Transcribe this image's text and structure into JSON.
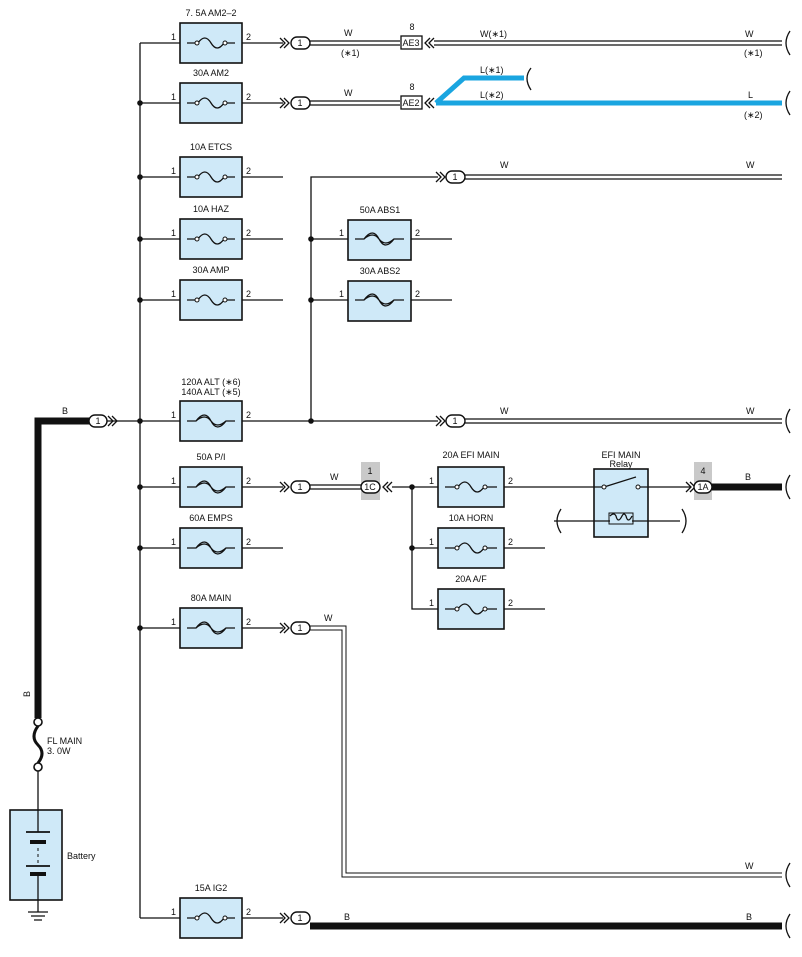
{
  "colors": {
    "fuse_fill": "#cfe9f8",
    "blue_wire": "#1aa5e0",
    "wire": "#111111"
  },
  "fuses": [
    {
      "id": "am2-2",
      "label": "7. 5A AM2–2",
      "pin1": "1",
      "pin2": "2"
    },
    {
      "id": "am2",
      "label": "30A AM2",
      "pin1": "1",
      "pin2": "2"
    },
    {
      "id": "etcs",
      "label": "10A ETCS",
      "pin1": "1",
      "pin2": "2"
    },
    {
      "id": "haz",
      "label": "10A HAZ",
      "pin1": "1",
      "pin2": "2"
    },
    {
      "id": "amp",
      "label": "30A AMP",
      "pin1": "1",
      "pin2": "2"
    },
    {
      "id": "alt",
      "label": "120A ALT (∗6)",
      "label2": "140A ALT (∗5)",
      "pin1": "1",
      "pin2": "2"
    },
    {
      "id": "pi",
      "label": "50A P/I",
      "pin1": "1",
      "pin2": "2"
    },
    {
      "id": "emps",
      "label": "60A EMPS",
      "pin1": "1",
      "pin2": "2"
    },
    {
      "id": "main",
      "label": "80A MAIN",
      "pin1": "1",
      "pin2": "2"
    },
    {
      "id": "ig2",
      "label": "15A IG2",
      "pin1": "1",
      "pin2": "2"
    },
    {
      "id": "abs1",
      "label": "50A ABS1",
      "pin1": "1",
      "pin2": "2"
    },
    {
      "id": "abs2",
      "label": "30A ABS2",
      "pin1": "1",
      "pin2": "2"
    },
    {
      "id": "efi-main",
      "label": "20A EFI MAIN",
      "pin1": "1",
      "pin2": "2"
    },
    {
      "id": "horn",
      "label": "10A HORN",
      "pin1": "1",
      "pin2": "2"
    },
    {
      "id": "af",
      "label": "20A A/F",
      "pin1": "1",
      "pin2": "2"
    }
  ],
  "connectors": {
    "pin": "1",
    "ae3_code": "AE3",
    "ae3_pin": "8",
    "ae2_code": "AE2",
    "ae2_pin": "8",
    "c1c_code": "1C",
    "c1c_pin": "1",
    "c1a_code": "1A",
    "c1a_pin": "4"
  },
  "wire_labels": {
    "w": "W",
    "b": "B",
    "l": "L",
    "w_star1": "W(∗1)",
    "l_star1": "L(∗1)",
    "l_star2": "L(∗2)",
    "star1": "(∗1)",
    "star2": "(∗2)"
  },
  "relay": {
    "name": "EFI MAIN",
    "sub": "Relay"
  },
  "fl_main": {
    "name": "FL MAIN",
    "rating": "3. 0W"
  },
  "battery": {
    "label": "Battery"
  }
}
